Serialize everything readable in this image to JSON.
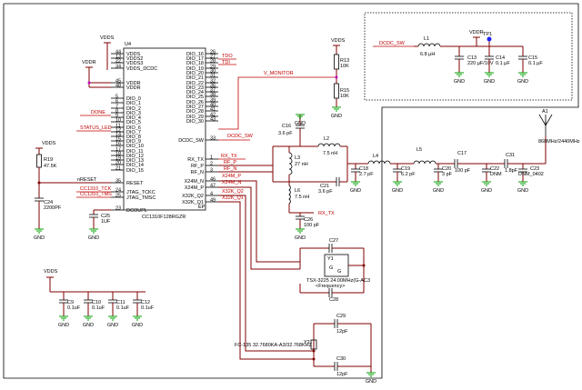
{
  "u4": {
    "ref": "U4",
    "part": "CC1310F128RGZR",
    "ep": "EP",
    "left_pins": [
      {
        "num": "44",
        "name": "VDDS"
      },
      {
        "num": "13",
        "name": "VDDS2"
      },
      {
        "num": "22",
        "name": "VDDS3"
      },
      {
        "num": "34",
        "name": "VDDS_DCDC"
      },
      {
        "num": "45",
        "name": "VDDR"
      },
      {
        "num": "48",
        "name": "VDDR"
      },
      {
        "num": "5",
        "name": "DIO_0"
      },
      {
        "num": "6",
        "name": "DIO_1"
      },
      {
        "num": "7",
        "name": "DIO_2"
      },
      {
        "num": "8",
        "name": "DIO_3"
      },
      {
        "num": "9",
        "name": "DIO_4"
      },
      {
        "num": "10",
        "name": "DIO_5"
      },
      {
        "num": "11",
        "name": "DIO_6"
      },
      {
        "num": "12",
        "name": "DIO_7"
      },
      {
        "num": "14",
        "name": "DIO_8"
      },
      {
        "num": "15",
        "name": "DIO_9"
      },
      {
        "num": "16",
        "name": "DIO_10"
      },
      {
        "num": "17",
        "name": "DIO_11"
      },
      {
        "num": "18",
        "name": "DIO_12"
      },
      {
        "num": "19",
        "name": "DIO_13"
      },
      {
        "num": "20",
        "name": "DIO_14"
      },
      {
        "num": "21",
        "name": "DIO_15"
      },
      {
        "num": "35",
        "name": "RESET"
      },
      {
        "num": "24",
        "name": "JTAG_TCKC"
      },
      {
        "num": "25",
        "name": "JTAG_TMSC"
      },
      {
        "num": "23",
        "name": "DCOUPL"
      }
    ],
    "right_pins": [
      {
        "num": "26",
        "name": "DIO_16"
      },
      {
        "num": "27",
        "name": "DIO_17"
      },
      {
        "num": "28",
        "name": "DIO_18"
      },
      {
        "num": "29",
        "name": "DIO_19"
      },
      {
        "num": "30",
        "name": "DIO_20"
      },
      {
        "num": "31",
        "name": "DIO_21"
      },
      {
        "num": "32",
        "name": "DIO_22"
      },
      {
        "num": "36",
        "name": "DIO_23"
      },
      {
        "num": "37",
        "name": "DIO_24"
      },
      {
        "num": "38",
        "name": "DIO_25"
      },
      {
        "num": "39",
        "name": "DIO_26"
      },
      {
        "num": "40",
        "name": "DIO_27"
      },
      {
        "num": "41",
        "name": "DIO_28"
      },
      {
        "num": "42",
        "name": "DIO_29"
      },
      {
        "num": "43",
        "name": "DIO_30"
      },
      {
        "num": "33",
        "name": "DCDC_SW"
      },
      {
        "num": "1",
        "name": "RX_TX"
      },
      {
        "num": "2",
        "name": "RF_P"
      },
      {
        "num": "3",
        "name": "RF_N"
      },
      {
        "num": "46",
        "name": "X24M_N"
      },
      {
        "num": "47",
        "name": "X24M_P"
      },
      {
        "num": "4",
        "name": "X32K_Q2"
      },
      {
        "num": "49",
        "name": "X32K_Q1"
      }
    ]
  },
  "nets": {
    "vdds": "VDDS",
    "vddr": "VDDR",
    "tdo": "TDO",
    "tdi": "TDI",
    "v_monitor": "V_MONITOR",
    "done": "DONE",
    "status_led": "STATUS_LED",
    "dcdc_sw": "DCDC_SW",
    "rx_tx": "RX_TX",
    "rf_p": "RF_P",
    "rf_n": "RF_N",
    "x24m_p": "X24M_P",
    "x24m_n": "X24M_N",
    "x32k_q2": "X32K_Q2",
    "x32k_q1": "X32K_Q1",
    "nreset": "nRESET",
    "cc1310_tck": "CC1310_TCK",
    "cc1310_tms": "CC1310_TMS",
    "gnd": "GND",
    "tp1": "TP1"
  },
  "parts": {
    "r13": {
      "ref": "R13",
      "val": "10K"
    },
    "r15": {
      "ref": "R15",
      "val": "10K"
    },
    "r19": {
      "ref": "R19",
      "val": "47.5K"
    },
    "c24": {
      "ref": "C24",
      "val": "2200PF"
    },
    "c25": {
      "ref": "C25",
      "val": "1UF"
    },
    "l1": {
      "ref": "L1",
      "val": "6.8 µH"
    },
    "c13": {
      "ref": "C13",
      "val": "220 µF/10V"
    },
    "c14": {
      "ref": "C14",
      "val": "0.1 µF"
    },
    "c15": {
      "ref": "C15",
      "val": "0.1 µF"
    },
    "c16": {
      "ref": "C16",
      "val": "3.6 pF"
    },
    "l2": {
      "ref": "L2",
      "val": "7.5 nH"
    },
    "l3": {
      "ref": "L3",
      "val": "27 nH"
    },
    "c18": {
      "ref": "C18",
      "val": "2.7 pF"
    },
    "l4": {
      "ref": "L4",
      "val": ""
    },
    "c19": {
      "ref": "C19",
      "val": "6.2 pF"
    },
    "l5": {
      "ref": "L5",
      "val": ""
    },
    "c20": {
      "ref": "C20",
      "val": "3 pF"
    },
    "c17": {
      "ref": "C17",
      "val": "100 pF"
    },
    "c22": {
      "ref": "C22",
      "val": "DNM"
    },
    "c31": {
      "ref": "C31",
      "val": "1.8pF"
    },
    "c23": {
      "ref": "C23",
      "val": "DNM_0402"
    },
    "c21": {
      "ref": "C21",
      "val": "3.6 pF"
    },
    "l6": {
      "ref": "L6",
      "val": "7.5 nH"
    },
    "c26": {
      "ref": "C26",
      "val": "100 pF"
    },
    "a1": {
      "ref": "A1",
      "val": "868MHz/2440MHz"
    },
    "c27": {
      "ref": "C27",
      "val": ""
    },
    "c28": {
      "ref": "C28",
      "val": ""
    },
    "y1": {
      "ref": "Y1",
      "val": "TSX-3225 24.00MHz(G-AC3",
      "freq": "<Frequency>"
    },
    "c9": {
      "ref": "C9",
      "val": "0.1uF"
    },
    "c10": {
      "ref": "C10",
      "val": "0.1uF"
    },
    "c11": {
      "ref": "C11",
      "val": "0.1uF"
    },
    "c12": {
      "ref": "C12",
      "val": "0.1uF"
    },
    "c29": {
      "ref": "C29",
      "val": "12pF"
    },
    "c30": {
      "ref": "C30",
      "val": "12pF"
    },
    "y2": {
      "ref": "Y2",
      "val": "FC-135 32.7680KA-A3/32.768KHZ"
    }
  },
  "colors": {
    "wire": "#800000",
    "ground": "#00a000",
    "net_label": "#c00000",
    "pin": "#c000c0"
  }
}
